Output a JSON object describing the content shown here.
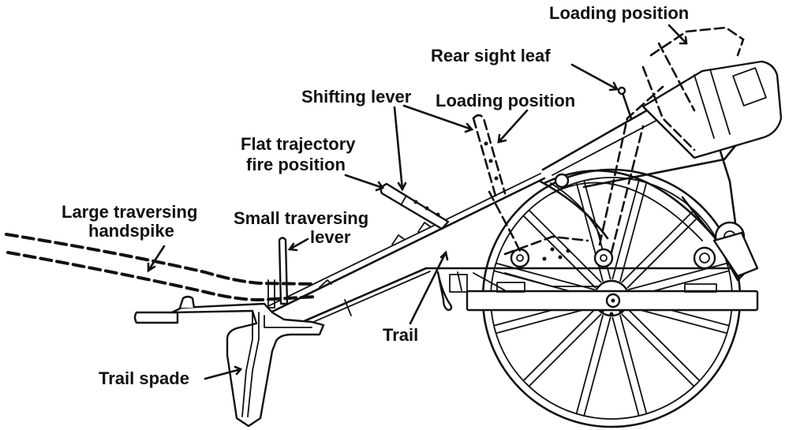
{
  "title": "Field howitzer carriage — side elevation",
  "colors": {
    "ink": "#111111",
    "paper": "#ffffff"
  },
  "labels": {
    "loading_position_top": "Loading position",
    "rear_sight_leaf": "Rear sight leaf",
    "shifting_lever": "Shifting lever",
    "loading_position_lever": "Loading position",
    "flat_trajectory_line1": "Flat trajectory",
    "flat_trajectory_line2": "fire position",
    "large_traversing_line1": "Large traversing",
    "large_traversing_line2": "handspike",
    "small_traversing_line1": "Small traversing",
    "small_traversing_line2": "lever",
    "trail": "Trail",
    "trail_spade": "Trail spade"
  },
  "wheel": {
    "spokes": 12
  }
}
